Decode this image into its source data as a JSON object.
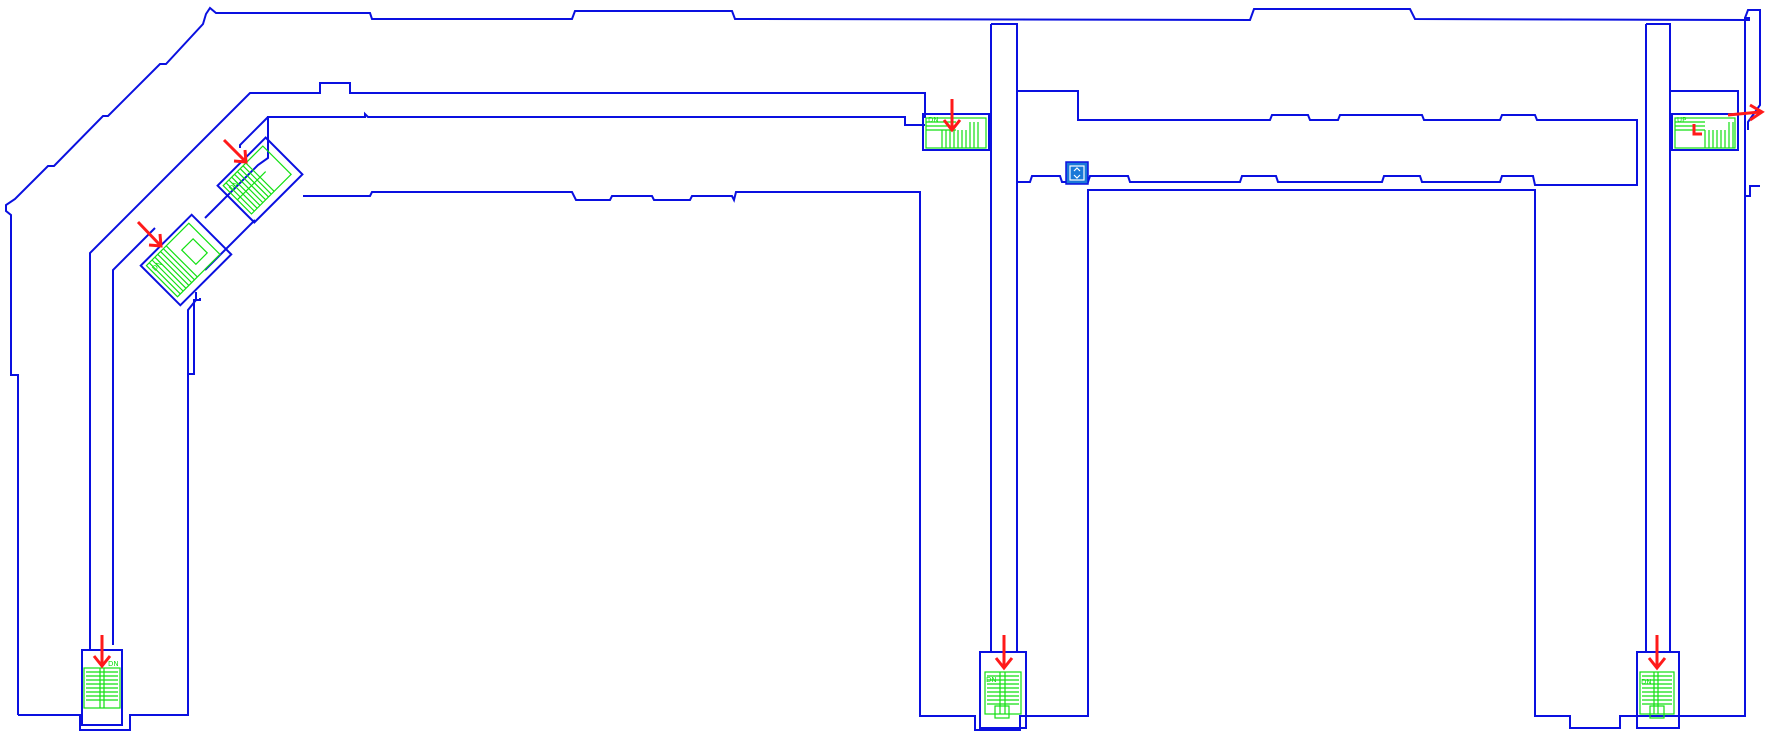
{
  "plan": {
    "colors": {
      "walls": "#0a10e0",
      "stairs": "#12e012",
      "arrows": "#ff1a1a",
      "elevator_icon": "#1a78d8"
    },
    "stair_labels": [
      "DN",
      "DN",
      "DN",
      "DN",
      "DN",
      "DN",
      "UP"
    ],
    "icons": [
      "elevator-icon"
    ]
  }
}
